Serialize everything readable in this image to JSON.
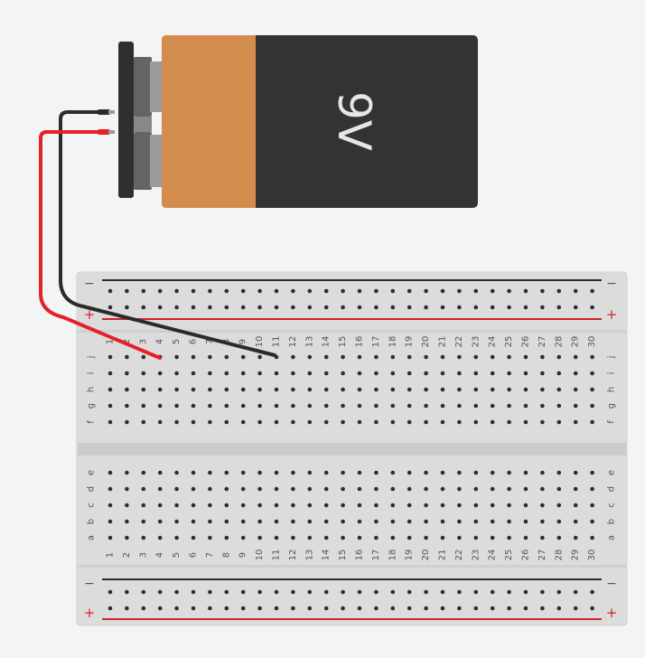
{
  "battery": {
    "label": "9V",
    "colors": {
      "copper": "#d38c4d",
      "body": "#333333",
      "label_text": "#e6e6e6",
      "terminal_light": "#9b9b9b",
      "terminal_dark": "#646464",
      "clip": "#2f2f2f"
    }
  },
  "wires": {
    "negative_color": "#2b2b2b",
    "positive_color": "#e52127"
  },
  "breadboard": {
    "columns": 30,
    "top_rows": [
      "j",
      "i",
      "h",
      "g",
      "f"
    ],
    "bottom_rows": [
      "e",
      "d",
      "c",
      "b",
      "a"
    ],
    "rail_minus_symbol": "−",
    "rail_plus_symbol": "+",
    "colors": {
      "board": "#dcdcdc",
      "board_edge": "#cfcfcf",
      "channel": "#cfcfcf",
      "hole": "#2e2e2e",
      "rail_minus_line": "#2b2b2b",
      "rail_plus_line": "#d0252c",
      "plus_symbol": "#d0252c",
      "label_text": "#555555"
    }
  }
}
